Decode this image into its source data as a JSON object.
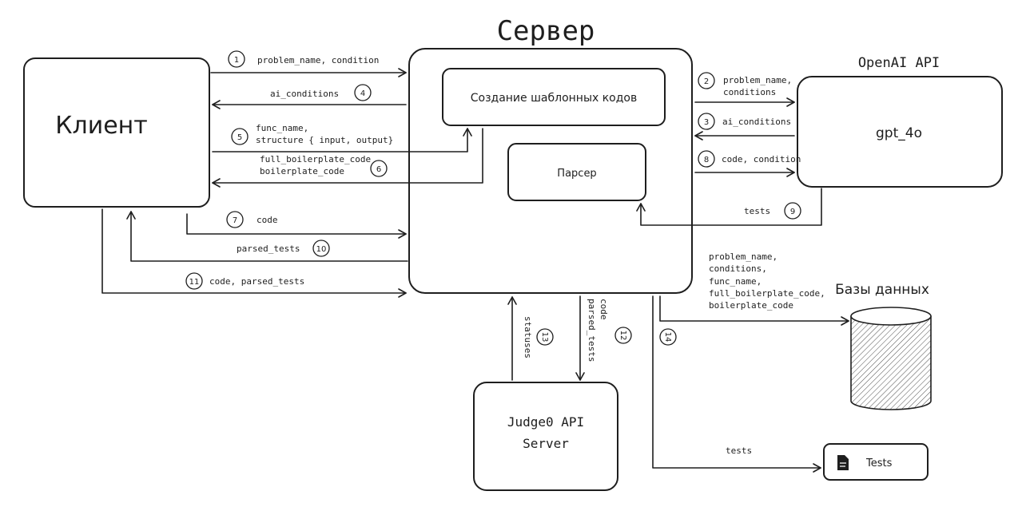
{
  "title": "Сервер",
  "nodes": {
    "client": "Клиент",
    "server_templates": "Создание шаблонных кодов",
    "server_parser": "Парсер",
    "openai_title": "OpenAI API",
    "gpt": "gpt_4o",
    "judge_line1": "Judge0 API",
    "judge_line2": "Server",
    "db_title": "Базы данных",
    "tests": "Tests"
  },
  "edges": {
    "e1": {
      "num": "1",
      "label": "problem_name, condition"
    },
    "e2": {
      "num": "2",
      "label1": "problem_name,",
      "label2": "conditions"
    },
    "e3": {
      "num": "3",
      "label": "ai_conditions"
    },
    "e4": {
      "num": "4",
      "label": "ai_conditions"
    },
    "e5": {
      "num": "5",
      "label1": "func_name,",
      "label2": "structure { input, output}"
    },
    "e6": {
      "num": "6",
      "label1": "full_boilerplate_code",
      "label2": "boilerplate_code"
    },
    "e7": {
      "num": "7",
      "label": "code"
    },
    "e8": {
      "num": "8",
      "label": "code, condition"
    },
    "e9": {
      "num": "9",
      "label": "tests"
    },
    "e10": {
      "num": "10",
      "label": "parsed_tests"
    },
    "e11": {
      "num": "11",
      "label": "code, parsed_tests"
    },
    "e12": {
      "num": "12",
      "label1": "code",
      "label2": "parsed_tests"
    },
    "e13": {
      "num": "13",
      "label": "statuses"
    },
    "e14": {
      "num": "14",
      "label1": "problem_name,",
      "label2": "conditions,",
      "label3": "func_name,",
      "label4": "full_boilerplate_code,",
      "label5": "boilerplate_code"
    },
    "e15": {
      "label": "tests"
    }
  }
}
